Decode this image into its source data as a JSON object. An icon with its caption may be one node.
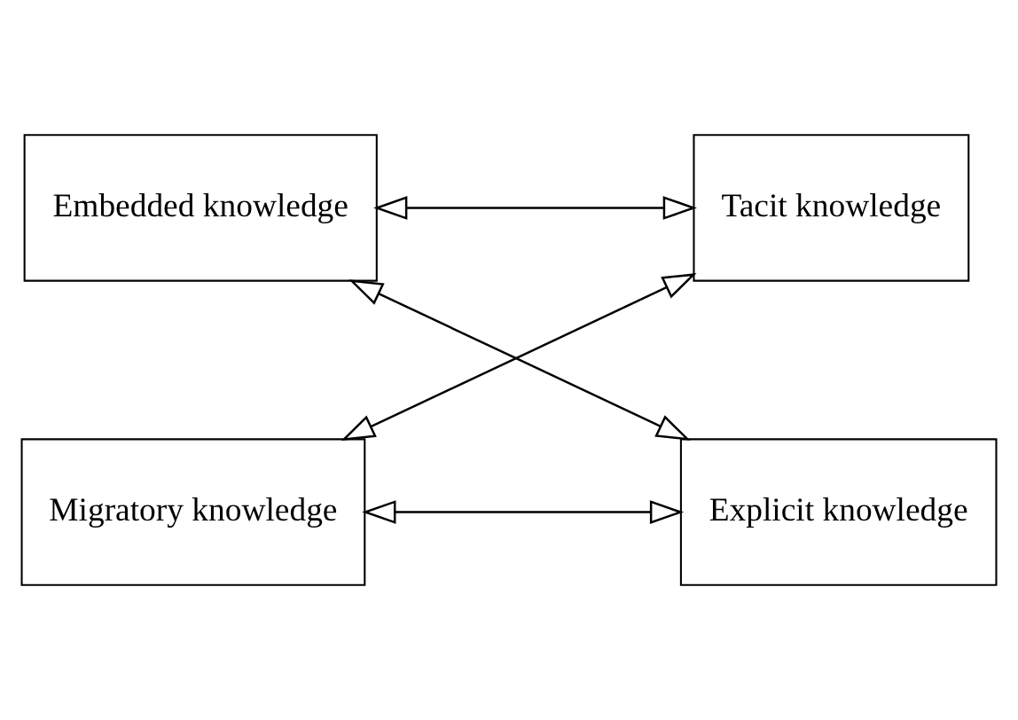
{
  "diagram": {
    "nodes": [
      {
        "text": [
          "Embedded knowledge"
        ]
      },
      {
        "text": [
          "Tacit knowledge"
        ]
      },
      {
        "text": [
          "Migratory knowledge"
        ]
      },
      {
        "text": [
          "Explicit knowledge"
        ]
      }
    ],
    "edges": [
      {
        "from": 0,
        "to": 1,
        "arrow": "both"
      },
      {
        "from": 0,
        "to": 3,
        "arrow": "both"
      },
      {
        "from": 1,
        "to": 2,
        "arrow": "both"
      },
      {
        "from": 2,
        "to": 3,
        "arrow": "both"
      }
    ]
  }
}
